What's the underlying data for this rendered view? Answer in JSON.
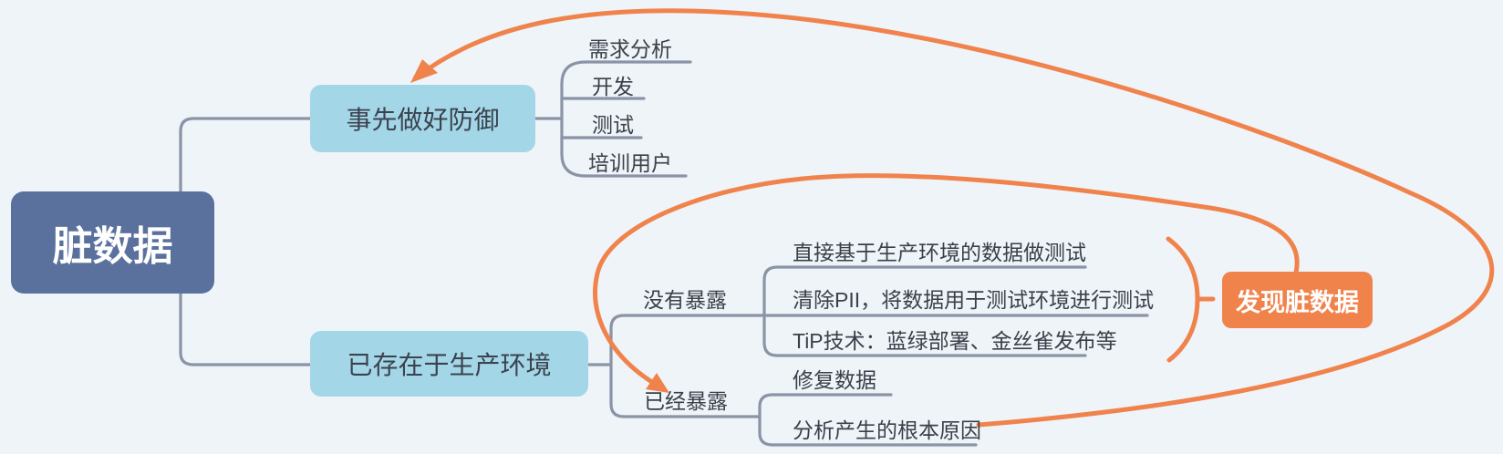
{
  "app": {
    "type": "mindmap-canvas",
    "background": "#EFF4F9"
  },
  "colors": {
    "root_fill": "#5A719E",
    "root_text": "#FFFFFF",
    "branch_fill": "#A3D7E8",
    "branch_text": "#3C424E",
    "leaf_text": "#3A3F49",
    "connector_gray": "#8B94A6",
    "accent_orange": "#F0834C",
    "accent_text": "#FFFFFF"
  },
  "nodes": {
    "root": "脏数据",
    "defense": "事先做好防御",
    "defense_children": [
      "需求分析",
      "开发",
      "测试",
      "培训用户"
    ],
    "prod": "已存在于生产环境",
    "not_exposed": "没有暴露",
    "not_exposed_children": [
      "直接基于生产环境的数据做测试",
      "清除PII，将数据用于测试环境进行测试",
      "TiP技术：蓝绿部署、金丝雀发布等"
    ],
    "exposed": "已经暴露",
    "exposed_children": [
      "修复数据",
      "分析产生的根本原因"
    ],
    "discover": "发现脏数据"
  },
  "relationships": [
    {
      "kind": "curved-arrow",
      "color": "#F0834C",
      "from": "分析产生的根本原因",
      "to": "事先做好防御"
    },
    {
      "kind": "curved-arrow",
      "color": "#F0834C",
      "from": "发现脏数据",
      "to": "已经暴露"
    },
    {
      "kind": "brace",
      "color": "#F0834C",
      "spans": "没有暴露的子项",
      "attached_to": "发现脏数据"
    }
  ]
}
